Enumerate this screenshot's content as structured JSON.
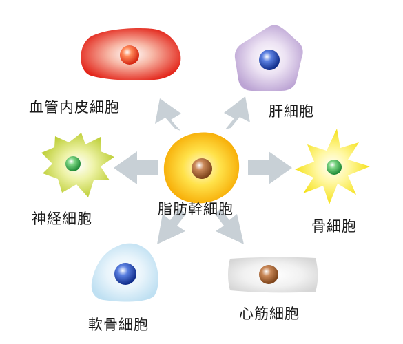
{
  "center": {
    "label": "脂肪幹細胞"
  },
  "cells": {
    "endothelial": {
      "label": "血管内皮細胞"
    },
    "liver": {
      "label": "肝細胞"
    },
    "nerve": {
      "label": "神経細胞"
    },
    "bone": {
      "label": "骨細胞"
    },
    "cartilage": {
      "label": "軟骨細胞"
    },
    "muscle": {
      "label": "心筋細胞"
    }
  },
  "colors": {
    "arrow": "#c8d0d6",
    "center_cell": "#f8b500",
    "center_nucleus": "#a05a32",
    "endothelial_cell": "#e53322",
    "liver_cell": "#c7b3dc",
    "nerve_cell": "#c3d235",
    "bone_cell": "#f5e20a",
    "cartilage_cell": "#cfe8f5",
    "muscle_cell": "#e2e2e2",
    "blue_nucleus": "#1b3ea0",
    "green_nucleus": "#3aa84c",
    "red_nucleus": "#e0301e",
    "brown_nucleus": "#9a5a2c"
  }
}
